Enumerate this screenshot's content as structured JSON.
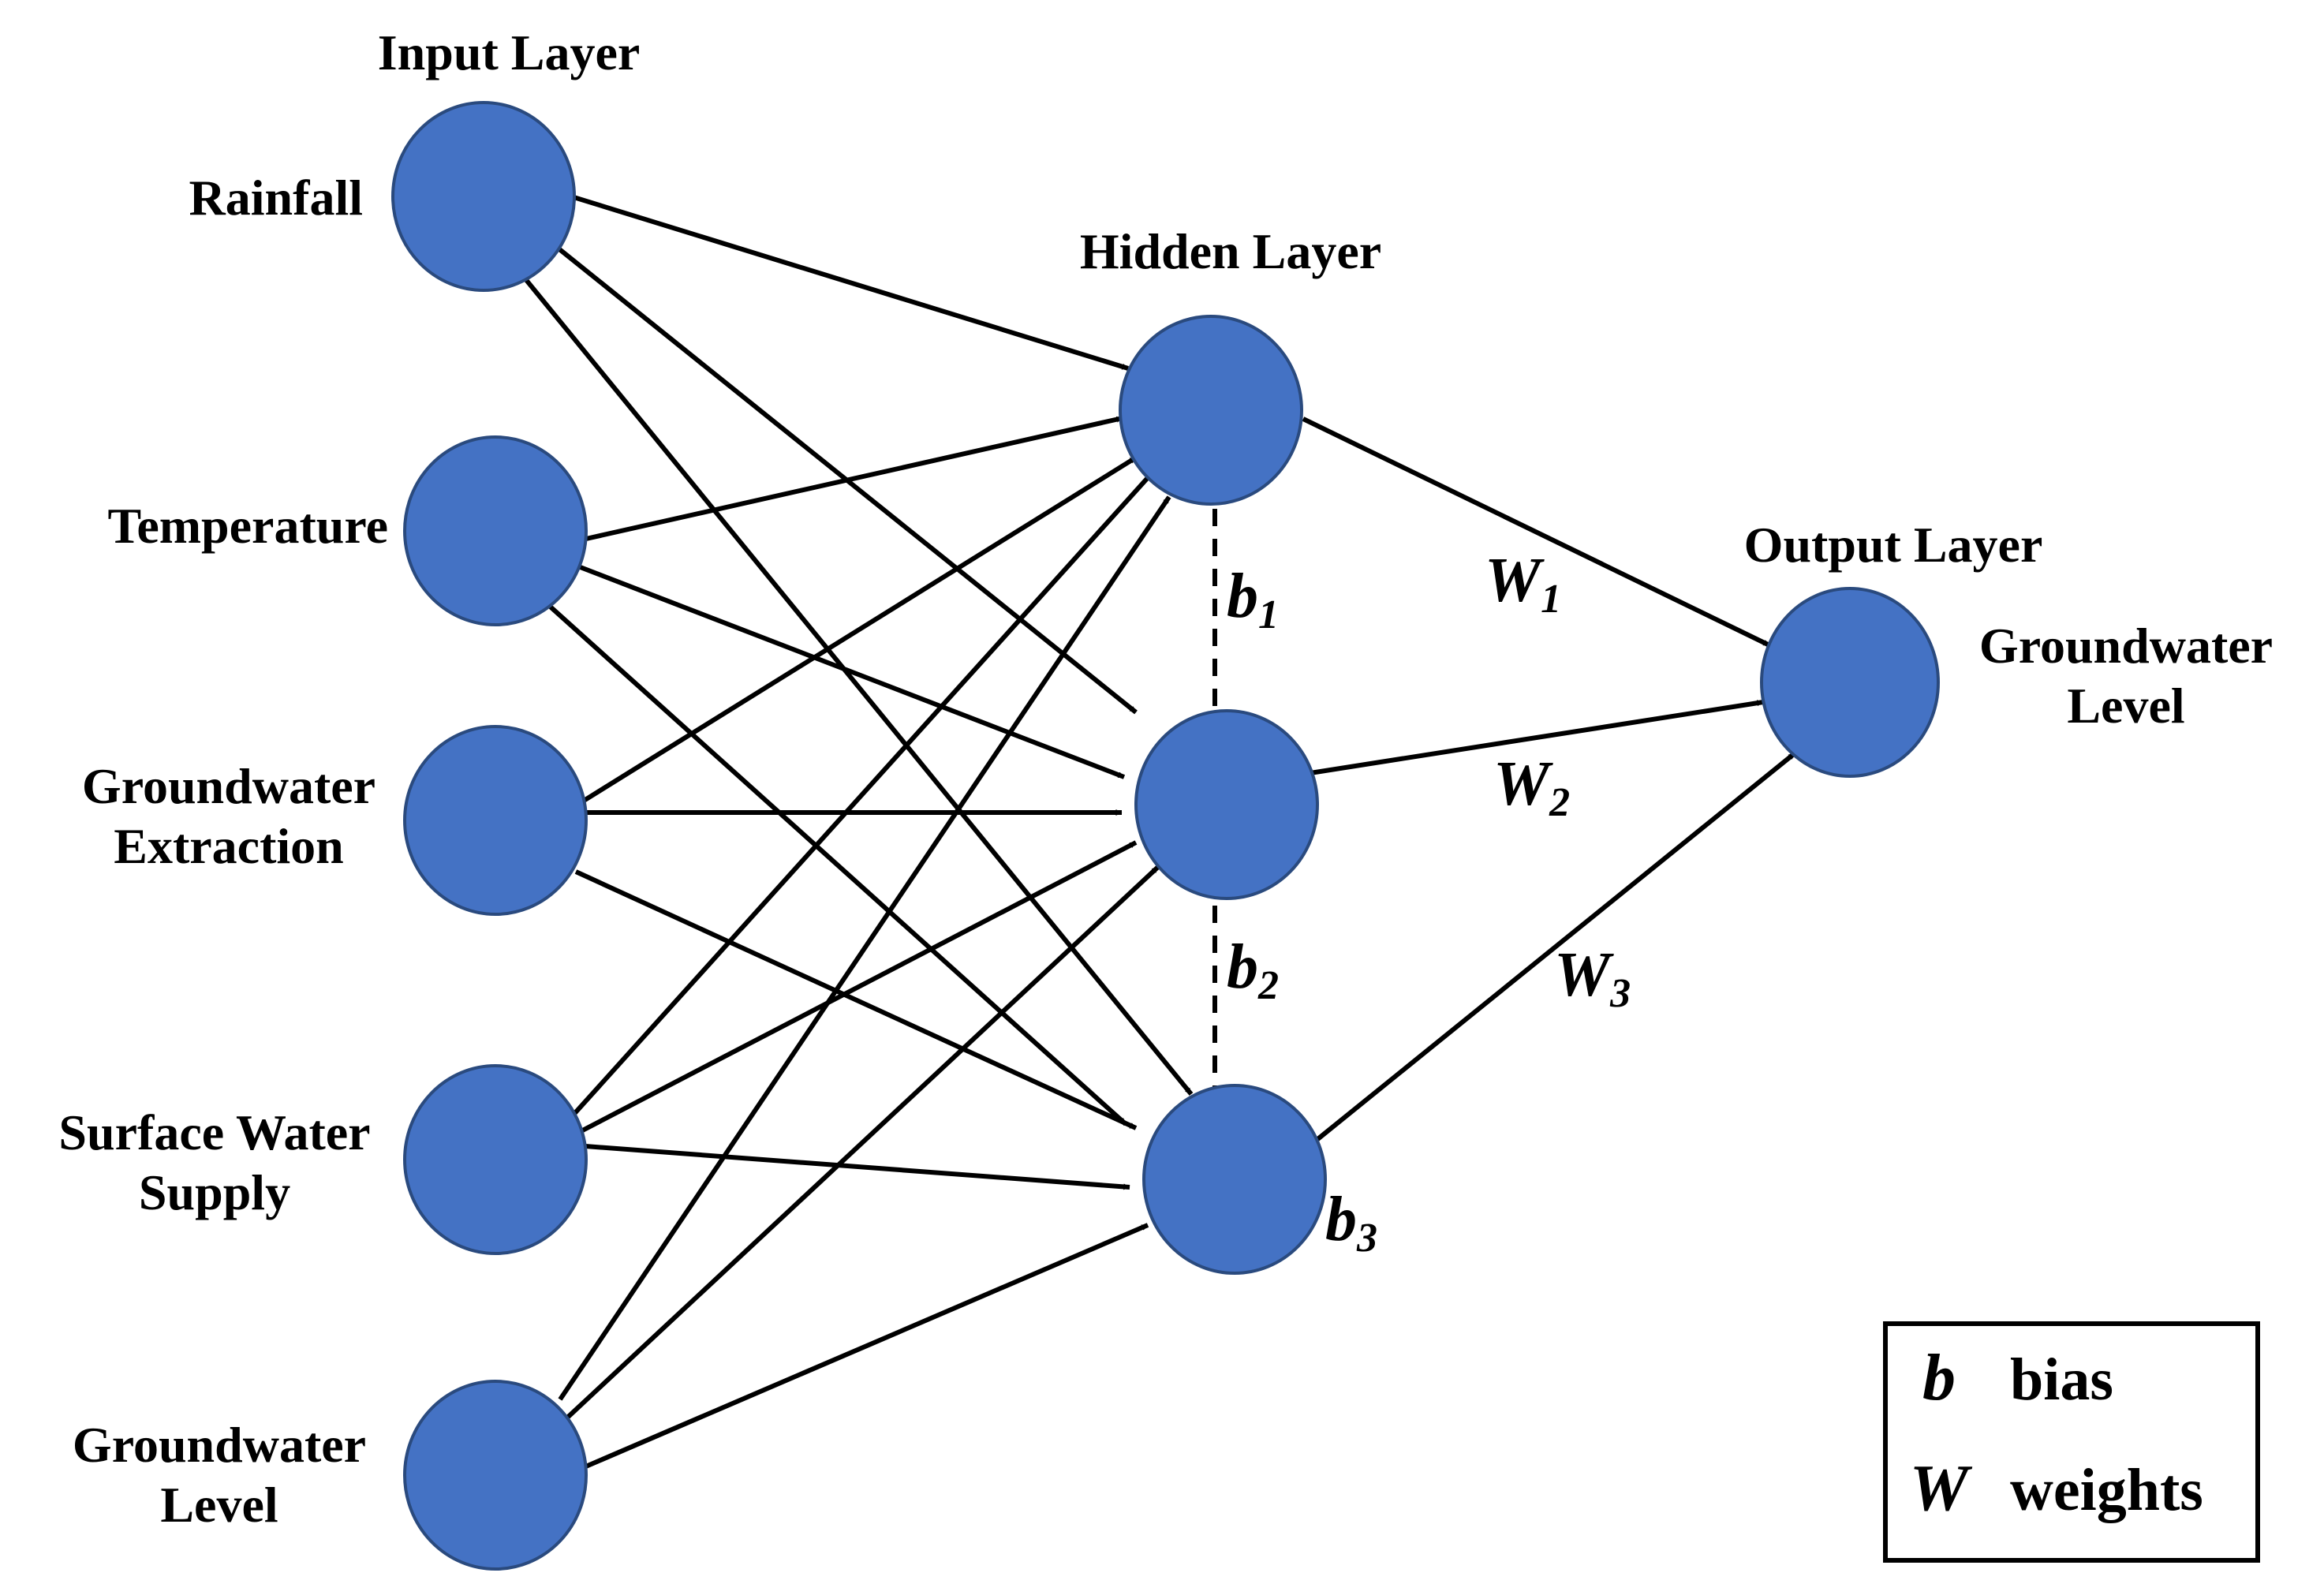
{
  "layers": {
    "input": {
      "title": "Input Layer"
    },
    "hidden": {
      "title": "Hidden Layer"
    },
    "output": {
      "title": "Output Layer"
    }
  },
  "inputs": [
    {
      "id": "i1",
      "lines": [
        "Rainfall"
      ]
    },
    {
      "id": "i2",
      "lines": [
        "Temperature"
      ]
    },
    {
      "id": "i3",
      "lines": [
        "Groundwater",
        "Extraction"
      ]
    },
    {
      "id": "i4",
      "lines": [
        "Surface Water",
        "Supply"
      ]
    },
    {
      "id": "i5",
      "lines": [
        "Groundwater",
        "Level"
      ]
    }
  ],
  "hidden": [
    {
      "id": "h1",
      "bias": {
        "base": "b",
        "sub": "1"
      }
    },
    {
      "id": "h2",
      "bias": {
        "base": "b",
        "sub": "2"
      }
    },
    {
      "id": "h3",
      "bias": {
        "base": "b",
        "sub": "3"
      }
    }
  ],
  "output": {
    "id": "o1",
    "lines": [
      "Groundwater",
      "Level"
    ]
  },
  "weights": [
    {
      "base": "W",
      "sub": "1"
    },
    {
      "base": "W",
      "sub": "2"
    },
    {
      "base": "W",
      "sub": "3"
    }
  ],
  "legend": [
    {
      "symbol": "b",
      "text": "bias"
    },
    {
      "symbol": "W",
      "text": "weights"
    }
  ],
  "colors": {
    "node_fill": "#4472c4",
    "node_stroke": "#2a4a7e",
    "line": "#000000"
  }
}
